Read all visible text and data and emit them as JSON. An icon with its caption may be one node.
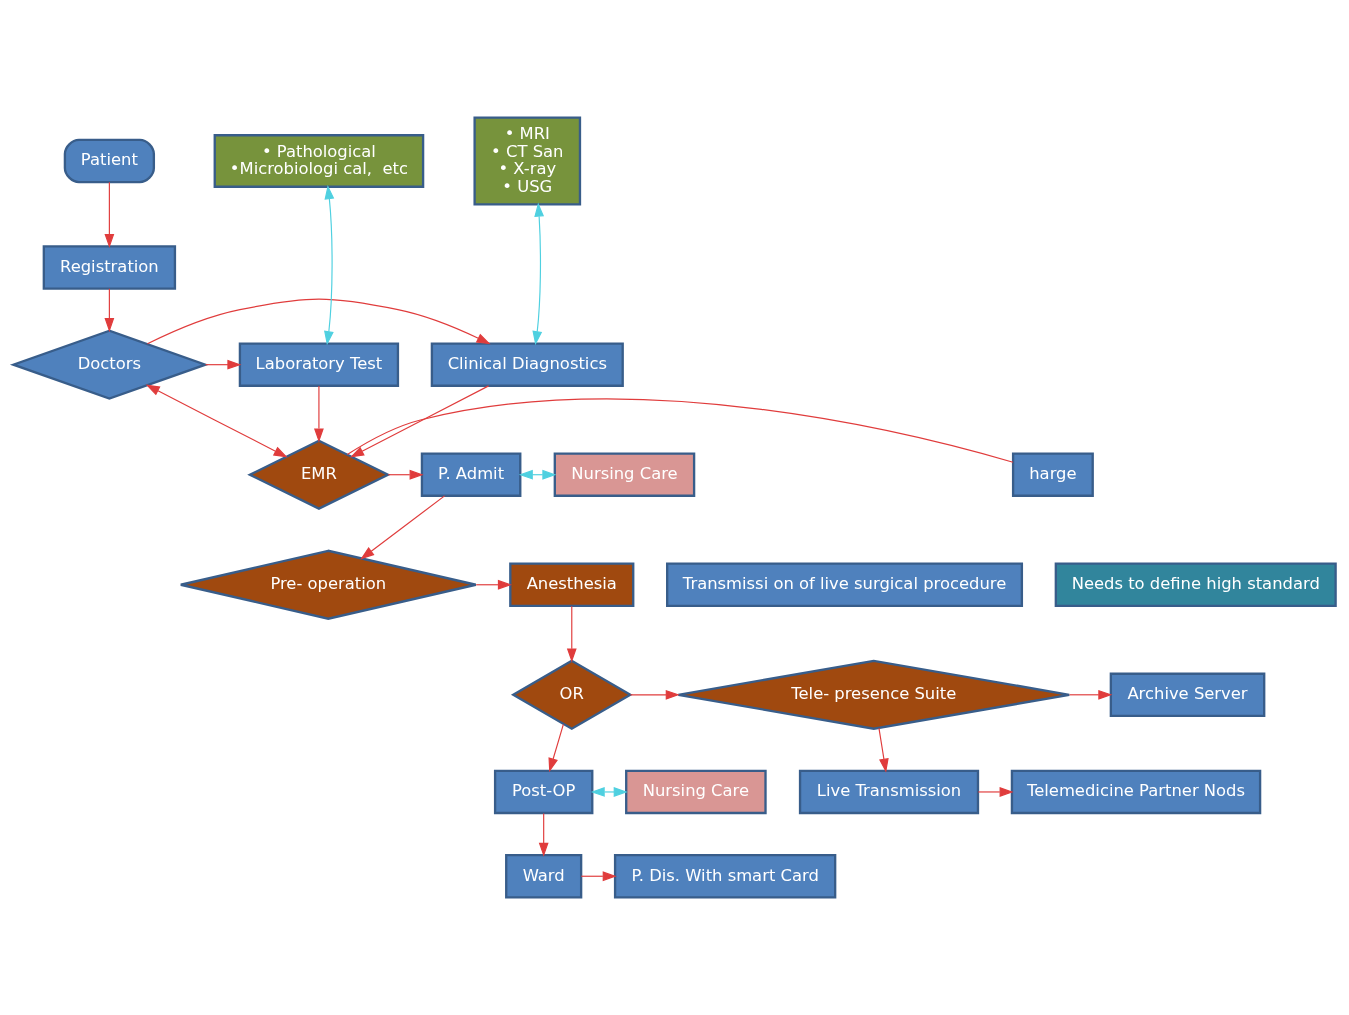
{
  "diagram": {
    "nodes": [
      {
        "text": [
          "• MRI",
          "• CT San",
          "• X-ray",
          "• USG"
        ]
      },
      {
        "text": [
          "Patient"
        ]
      },
      {
        "text": [
          "• Pathological",
          "•Microbiologi cal,  etc"
        ]
      },
      {
        "text": [
          "Registration"
        ]
      },
      {
        "text": [
          "Clinical Diagnostics"
        ]
      },
      {
        "text": [
          "Doctors"
        ]
      },
      {
        "text": [
          "Laboratory Test"
        ]
      },
      {
        "text": [
          "Nursing Care"
        ]
      },
      {
        "text": [
          "P. Admit"
        ]
      },
      {
        "text": [
          "EMR"
        ]
      },
      {
        "text": [
          "Needs to define high standard"
        ]
      },
      {
        "text": [
          "harge"
        ]
      },
      {
        "text": [
          "Pre- operation"
        ]
      },
      {
        "text": [
          "Anesthesia"
        ]
      },
      {
        "text": [
          "Transmissi on of live surgical procedure"
        ]
      },
      {
        "text": [
          "Archive Server"
        ]
      },
      {
        "text": [
          "OR"
        ]
      },
      {
        "text": [
          "Tele- presence Suite"
        ]
      },
      {
        "text": [
          "Live Transmission"
        ]
      },
      {
        "text": [
          "Telemedicine Partner Nods"
        ]
      },
      {
        "text": [
          "Nursing Care"
        ]
      },
      {
        "text": [
          "Post-OP"
        ]
      },
      {
        "text": [
          "Ward"
        ]
      },
      {
        "text": [
          "P. Dis. With smart Card"
        ]
      }
    ],
    "edges": [
      {
        "from": 1,
        "to": 3,
        "arrow": "to"
      },
      {
        "from": 3,
        "to": 5,
        "arrow": "to"
      },
      {
        "from": 5,
        "to": 4,
        "arrow": "to"
      },
      {
        "from": 5,
        "to": 6,
        "arrow": "to"
      },
      {
        "from": 4,
        "to": 0,
        "arrow": "both",
        "color": "#4fd0e0"
      },
      {
        "from": 6,
        "to": 2,
        "arrow": "both",
        "color": "#4fd0e0"
      },
      {
        "from": 5,
        "to": 9,
        "arrow": "both"
      },
      {
        "from": 4,
        "to": 9,
        "arrow": "to"
      },
      {
        "from": 6,
        "to": 9,
        "arrow": "to"
      },
      {
        "from": 9,
        "to": 8,
        "arrow": "to"
      },
      {
        "from": 9,
        "to": 11,
        "arrow": "none"
      },
      {
        "from": 8,
        "to": 7,
        "arrow": "both",
        "color": "#4fd0e0"
      },
      {
        "from": 8,
        "to": 12,
        "arrow": "to"
      },
      {
        "from": 12,
        "to": 13,
        "arrow": "to"
      },
      {
        "from": 13,
        "to": 16,
        "arrow": "to"
      },
      {
        "from": 16,
        "to": 17,
        "arrow": "to"
      },
      {
        "from": 17,
        "to": 15,
        "arrow": "to"
      },
      {
        "from": 17,
        "to": 18,
        "arrow": "to"
      },
      {
        "from": 18,
        "to": 19,
        "arrow": "to"
      },
      {
        "from": 16,
        "to": 21,
        "arrow": "to"
      },
      {
        "from": 21,
        "to": 20,
        "arrow": "both",
        "color": "#4fd0e0"
      },
      {
        "from": 21,
        "to": 22,
        "arrow": "to"
      },
      {
        "from": 22,
        "to": 23,
        "arrow": "to"
      }
    ]
  }
}
